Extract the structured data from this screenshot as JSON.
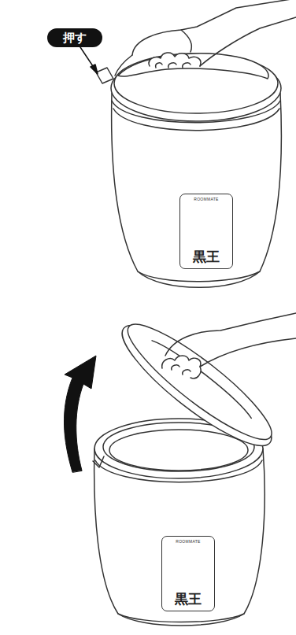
{
  "diagram": {
    "nodes": [
      {
        "text": [
          "押す"
        ]
      },
      {
        "text": [
          "ROOMMATE",
          "黒王"
        ]
      },
      {
        "text": [
          "ROOMMATE",
          "黒王"
        ]
      }
    ]
  }
}
